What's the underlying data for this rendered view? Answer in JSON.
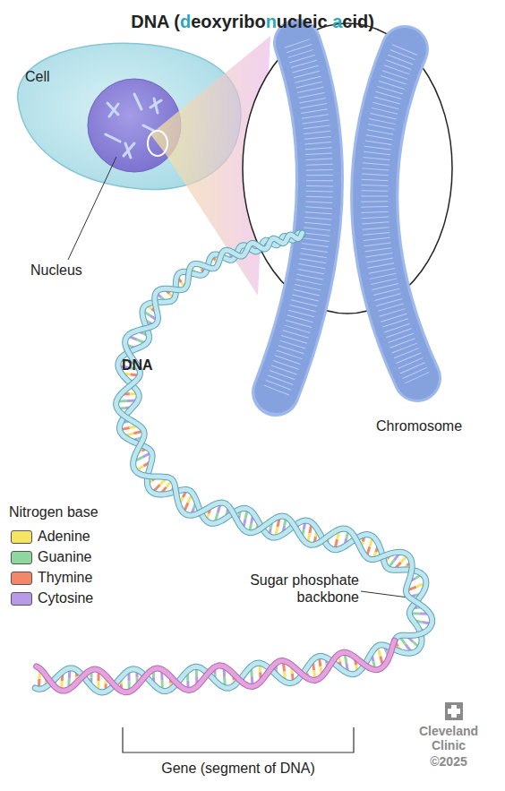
{
  "diagram": {
    "title": "DNA (deoxyribonucleic acid)",
    "labels": [
      "Cell",
      "Nucleus",
      "DNA",
      "Chromosome",
      "Nitrogen base",
      "Sugar phosphate backbone",
      "Gene (segment of DNA)",
      "Cleveland Clinic",
      "©2025"
    ],
    "legend": [
      {
        "text": "Adenine",
        "color": "#f7e463"
      },
      {
        "text": "Guanine",
        "color": "#8ed8a0"
      },
      {
        "text": "Thymine",
        "color": "#f4876a"
      },
      {
        "text": "Cytosine",
        "color": "#b99ae8"
      }
    ]
  }
}
